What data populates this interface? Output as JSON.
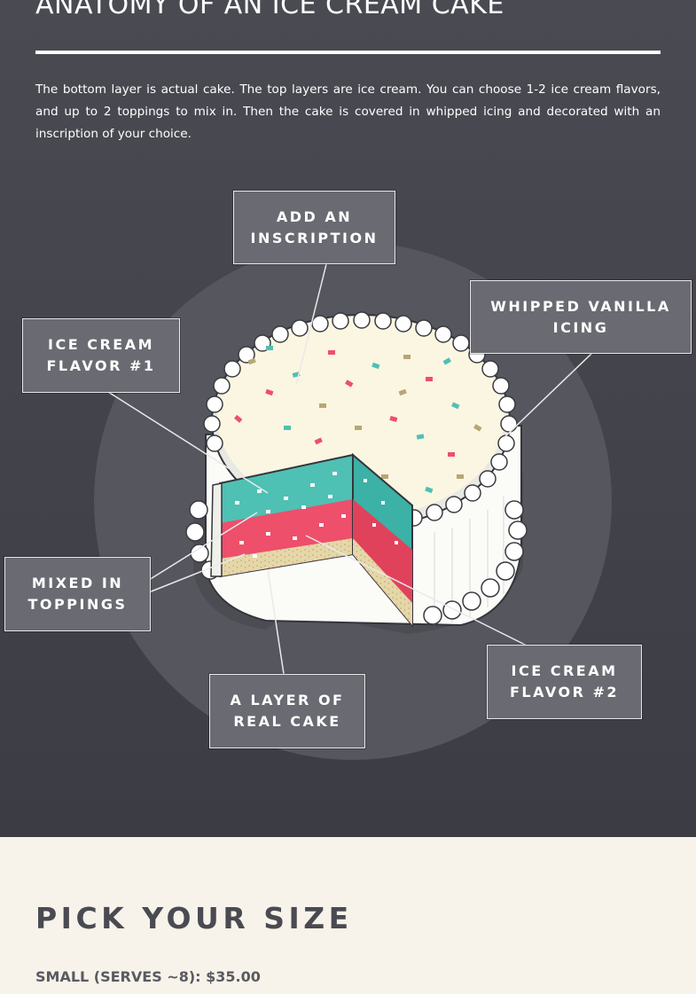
{
  "anatomy": {
    "title": "ANATOMY OF AN ICE CREAM CAKE",
    "intro": "The bottom layer is actual cake. The top layers are ice cream. You can choose 1-2 ice cream flavors, and up to 2 toppings to mix in. Then the cake is covered in whipped icing and decorated with an inscription of your choice."
  },
  "callouts": {
    "inscription": "ADD AN\nINSCRIPTION",
    "icing": "WHIPPED VANILLA\nICING",
    "flavor1": "ICE CREAM\nFLAVOR #1",
    "toppings": "MIXED IN\nTOPPINGS",
    "flavor2": "ICE CREAM\nFLAVOR #2",
    "cake_layer": "A LAYER OF\nREAL CAKE"
  },
  "colors": {
    "background_dark": "#41414a",
    "background_light": "#f7f3ea",
    "teal": "#4fc0b4",
    "pink": "#ee4f6a",
    "cream": "#fbf6e1",
    "cake": "#e6d7a8"
  },
  "size_section": {
    "heading": "PICK YOUR SIZE",
    "options": [
      "SMALL (SERVES ~8): $35.00"
    ]
  }
}
